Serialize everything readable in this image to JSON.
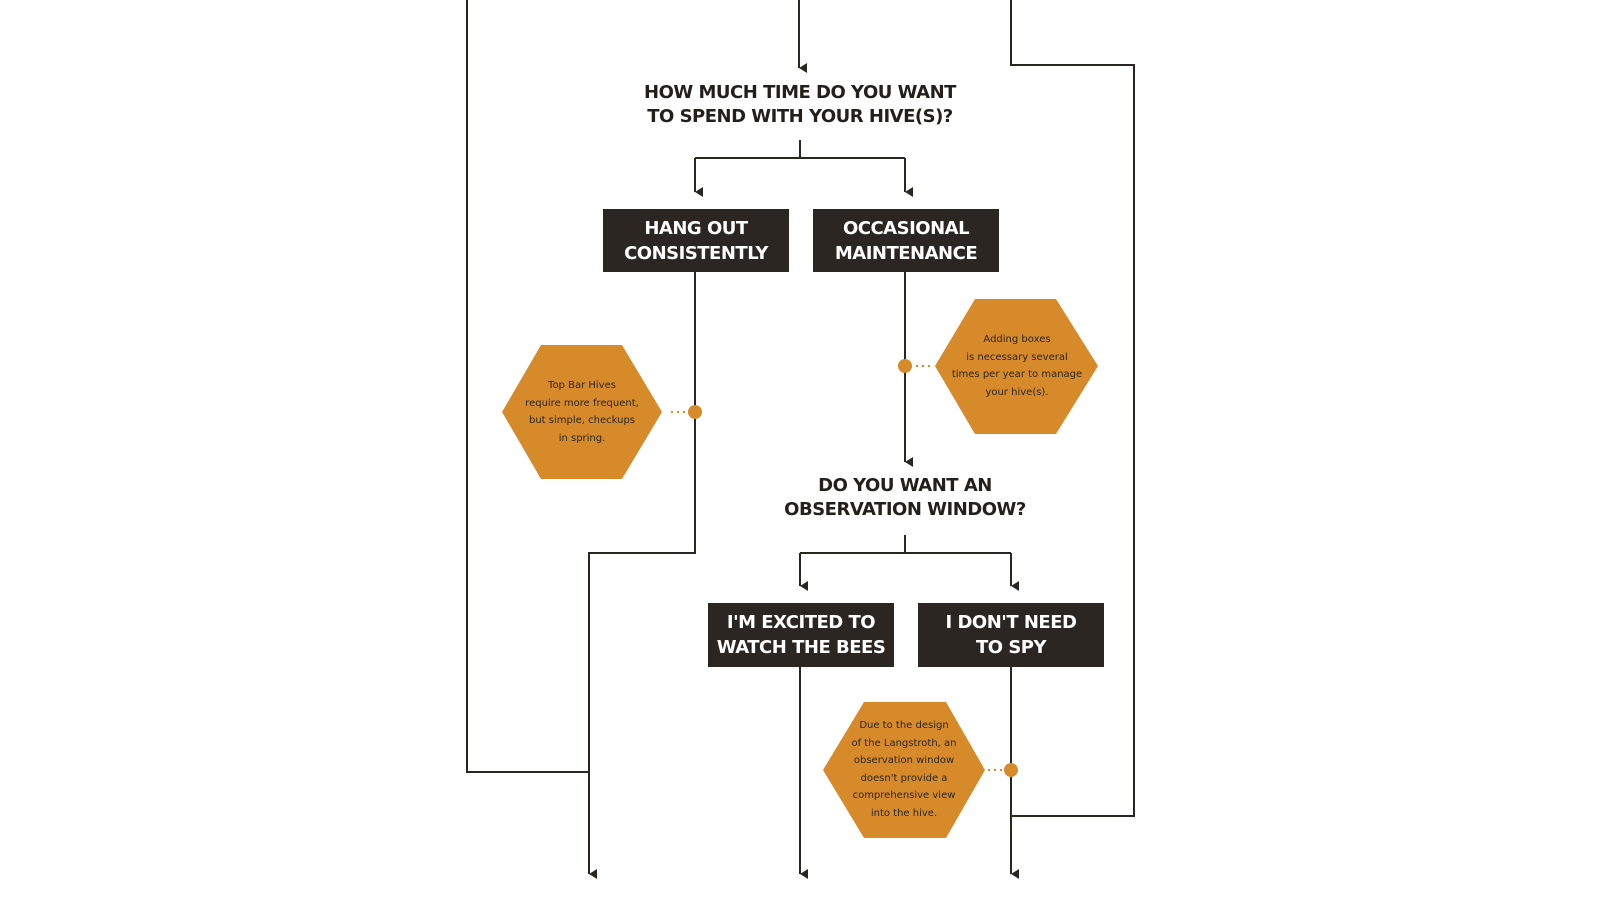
{
  "colors": {
    "line": "#2b2622",
    "box_fill": "#2b2622",
    "box_text": "#ffffff",
    "hex_fill": "#d68a2a",
    "question_text": "#231f1c"
  },
  "questions": {
    "time": {
      "line1": "HOW MUCH TIME DO YOU WANT",
      "line2": "TO SPEND WITH YOUR HIVE(S)?"
    },
    "window": {
      "line1": "DO YOU WANT AN",
      "line2": "OBSERVATION WINDOW?"
    }
  },
  "options": {
    "hang_out": {
      "line1": "HANG OUT",
      "line2": "CONSISTENTLY"
    },
    "occasional": {
      "line1": "OCCASIONAL",
      "line2": "MAINTENANCE"
    },
    "excited": {
      "line1": "I'M EXCITED TO",
      "line2": "WATCH THE BEES"
    },
    "no_spy": {
      "line1": "I DON'T NEED",
      "line2": "TO SPY"
    }
  },
  "notes": {
    "top_bar": {
      "lines": [
        "Top Bar Hives",
        "require more frequent,",
        "but simple, checkups",
        "in spring."
      ]
    },
    "adding_boxes": {
      "lines": [
        "Adding boxes",
        "is necessary several",
        "times per year to manage",
        "your hive(s)."
      ]
    },
    "langstroth": {
      "lines": [
        "Due to the design",
        "of the Langstroth, an",
        "observation window",
        "doesn't provide a",
        "comprehensive view",
        "into the hive."
      ]
    }
  }
}
